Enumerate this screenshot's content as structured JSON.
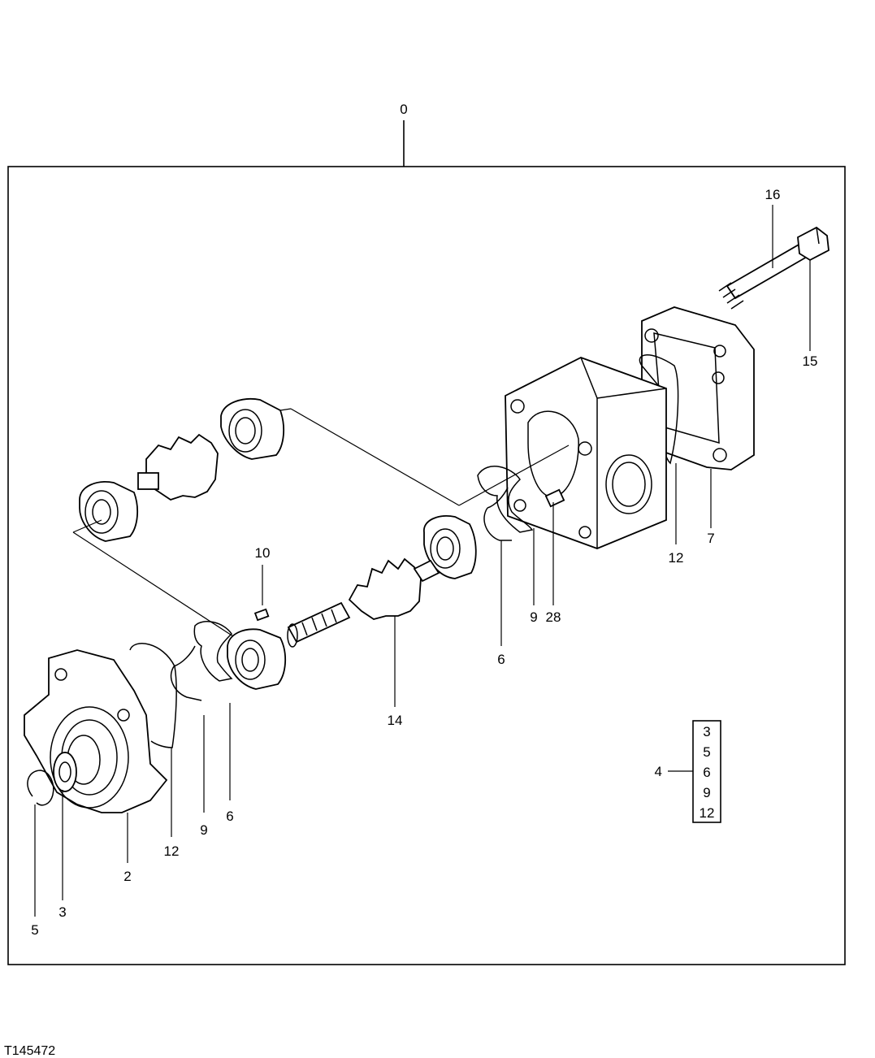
{
  "diagram_id": "T145472",
  "callouts": {
    "c0": "0",
    "c2": "2",
    "c3": "3",
    "c5": "5",
    "c6a": "6",
    "c6b": "6",
    "c7": "7",
    "c9a": "9",
    "c9b": "9",
    "c10": "10",
    "c12a": "12",
    "c12b": "12",
    "c14": "14",
    "c15": "15",
    "c16": "16",
    "c28": "28",
    "c4": "4"
  },
  "kit_items": [
    "3",
    "5",
    "6",
    "9",
    "12"
  ]
}
